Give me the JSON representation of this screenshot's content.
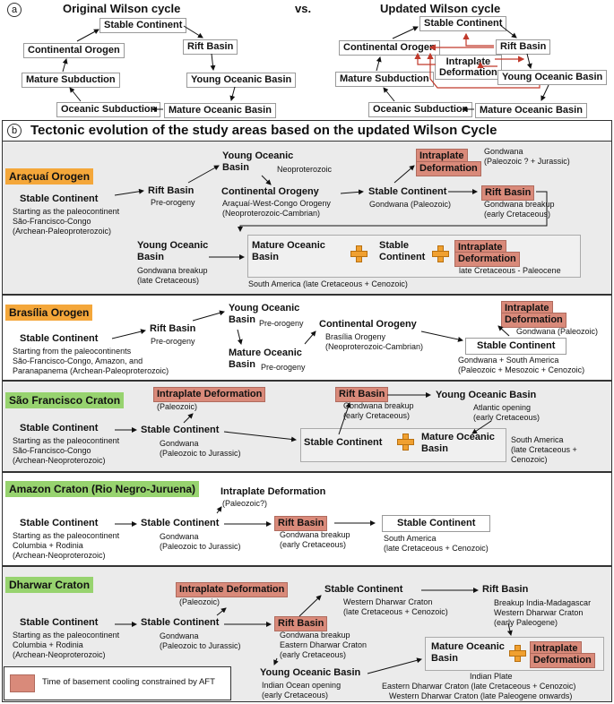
{
  "panel_a": {
    "label": "a",
    "original_title": "Original Wilson cycle",
    "vs": "vs.",
    "updated_title": "Updated Wilson cycle",
    "original": {
      "stable": "Stable Continent",
      "rift": "Rift Basin",
      "young": "Young Oceanic Basin",
      "mature_ocean": "Mature Oceanic Basin",
      "oceanic_sub": "Oceanic Subduction",
      "mature_sub": "Mature Subduction",
      "orogen": "Continental Orogen"
    },
    "updated": {
      "stable": "Stable Continent",
      "rift": "Rift Basin",
      "intraplate": "Intraplate Deformation",
      "young": "Young Oceanic Basin",
      "mature_ocean": "Mature Oceanic Basin",
      "oceanic_sub": "Oceanic Subduction",
      "mature_sub": "Mature Subduction",
      "orogen": "Continental Orogen"
    }
  },
  "panel_b": {
    "label": "b",
    "title": "Tectonic evolution of the study areas based on the updated Wilson Cycle",
    "aracuai": {
      "tag": "Araçuaí Orogen",
      "stable": "Stable Continent",
      "stable_sub1": "Starting as the paleocontinent",
      "stable_sub2": "São-Francisco-Congo",
      "stable_sub3": "(Archean-Paleoproterozoic)",
      "rift": "Rift Basin",
      "rift_sub": "Pre-orogeny",
      "young1": "Young Oceanic",
      "young2": "Basin",
      "young_sub": "Neoproterozoic",
      "orogeny": "Continental Orogeny",
      "orogeny_sub1": "Araçuaí-West-Congo Orogeny",
      "orogeny_sub2": "(Neoproterozoic-Cambrian)",
      "stable2": "Stable Continent",
      "stable2_sub": "Gondwana (Paleozoic)",
      "intra1": "Intraplate",
      "intra2": "Deformation",
      "intra_sub1": "Gondwana",
      "intra_sub2": "(Paleozoic ? + Jurassic)",
      "rift2": "Rift Basin",
      "rift2_sub1": "Gondwana breakup",
      "rift2_sub2": "(early Cretaceous)",
      "young2_1": "Young Oceanic",
      "young2_2": "Basin",
      "young2_sub1": "Gondwana breakup",
      "young2_sub2": "(late Cretaceous)",
      "mature1": "Mature Oceanic",
      "mature2": "Basin",
      "stable3_1": "Stable",
      "stable3_2": "Continent",
      "intra3_1": "Intraplate",
      "intra3_2": "Deformation",
      "intra3_sub": "late Cretaceous - Paleocene",
      "sa_sub": "South America (late Cretaceous + Cenozoic)"
    },
    "brasilia": {
      "tag": "Brasília Orogen",
      "stable": "Stable Continent",
      "stable_sub1": "Starting from the paleocontinents",
      "stable_sub2": "São-Francisco-Congo, Amazon, and",
      "stable_sub3": "Paranapanema (Archean-Paleoproterozoic)",
      "rift": "Rift Basin",
      "rift_sub": "Pre-orogeny",
      "young1": "Young Oceanic",
      "young2": "Basin",
      "young_sub": "Pre-orogeny",
      "mature1": "Mature Oceanic",
      "mature2": "Basin",
      "mature_sub": "Pre-orogeny",
      "orogeny": "Continental Orogeny",
      "orogeny_sub1": "Brasília Orogeny",
      "orogeny_sub2": "(Neoproterozoic-Cambrian)",
      "intra1": "Intraplate",
      "intra2": "Deformation",
      "intra_sub": "Gondwana (Paleozoic)",
      "stable2": "Stable Continent",
      "stable2_sub1": "Gondwana + South America",
      "stable2_sub2": "(Paleozoic + Mesozoic + Cenozoic)"
    },
    "saofrancisco": {
      "tag": "São Francisco Craton",
      "stable": "Stable Continent",
      "stable_sub1": "Starting as the paleocontinent",
      "stable_sub2": "São-Francisco-Congo",
      "stable_sub3": "(Archean-Neoproterozoic)",
      "intra": "Intraplate Deformation",
      "intra_sub": "(Paleozoic)",
      "stable2": "Stable Continent",
      "stable2_sub1": "Gondwana",
      "stable2_sub2": "(Paleozoic to Jurassic)",
      "rift": "Rift Basin",
      "rift_sub1": "Gondwana breakup",
      "rift_sub2": "(early Cretaceous)",
      "young": "Young Oceanic Basin",
      "young_sub1": "Atlantic opening",
      "young_sub2": "(early Cretaceous)",
      "stable3": "Stable Continent",
      "mature1": "Mature Oceanic",
      "mature2": "Basin",
      "sa_sub1": "South America",
      "sa_sub2": "(late Cretaceous +",
      "sa_sub3": "Cenozoic)"
    },
    "amazon": {
      "tag": "Amazon Craton (Rio Negro-Juruena)",
      "stable": "Stable Continent",
      "stable_sub1": "Starting as the paleocontinent",
      "stable_sub2": "Columbia + Rodinia",
      "stable_sub3": "(Archean-Neoproterozoic)",
      "intra": "Intraplate Deformation",
      "intra_sub": "(Paleozoic?)",
      "stable2": "Stable Continent",
      "stable2_sub1": "Gondwana",
      "stable2_sub2": "(Paleozoic to Jurassic)",
      "rift": "Rift Basin",
      "rift_sub1": "Gondwana breakup",
      "rift_sub2": "(early Cretaceous)",
      "stable3": "Stable Continent",
      "stable3_sub1": "South America",
      "stable3_sub2": "(late Cretaceous + Cenozoic)"
    },
    "dharwar": {
      "tag": "Dharwar Craton",
      "stable": "Stable Continent",
      "stable_sub1": "Starting as the paleocontinent",
      "stable_sub2": "Columbia + Rodinia",
      "stable_sub3": "(Archean-Neoproterozoic)",
      "intra": "Intraplate Deformation",
      "intra_sub": "(Paleozoic)",
      "stable2": "Stable Continent",
      "stable2_sub1": "Gondwana",
      "stable2_sub2": "(Paleozoic to Jurassic)",
      "rift": "Rift Basin",
      "rift_sub1": "Gondwana breakup",
      "rift_sub2": "Eastern Dharwar Craton",
      "rift_sub3": "(early Cretaceous)",
      "stable3": "Stable Continent",
      "stable3_sub1": "Western Dharwar Craton",
      "stable3_sub2": "(late Cretaceous + Cenozoic)",
      "rift2": "Rift Basin",
      "rift2_sub1": "Breakup India-Madagascar",
      "rift2_sub2": "Western Dharwar Craton",
      "rift2_sub3": "(early Paleogene)",
      "young": "Young Oceanic Basin",
      "young_sub1": "Indian Ocean opening",
      "young_sub2": "(early Cretaceous)",
      "mature1": "Mature Oceanic",
      "mature2": "Basin",
      "intra2_1": "Intraplate",
      "intra2_2": "Deformation",
      "plate_sub1": "Indian Plate",
      "plate_sub2": "Eastern Dharwar Craton (late Cretaceous + Cenozoic)",
      "plate_sub3": "Western Dharwar Craton (late Paleogene onwards)"
    },
    "legend": "Time of basement cooling constrained by AFT"
  },
  "colors": {
    "highlight": "#d98a7a",
    "orange_tag": "#f4a73a",
    "green_tag": "#97d36f",
    "section_gray": "#ebebeb",
    "red_arrow": "#c0392b"
  }
}
